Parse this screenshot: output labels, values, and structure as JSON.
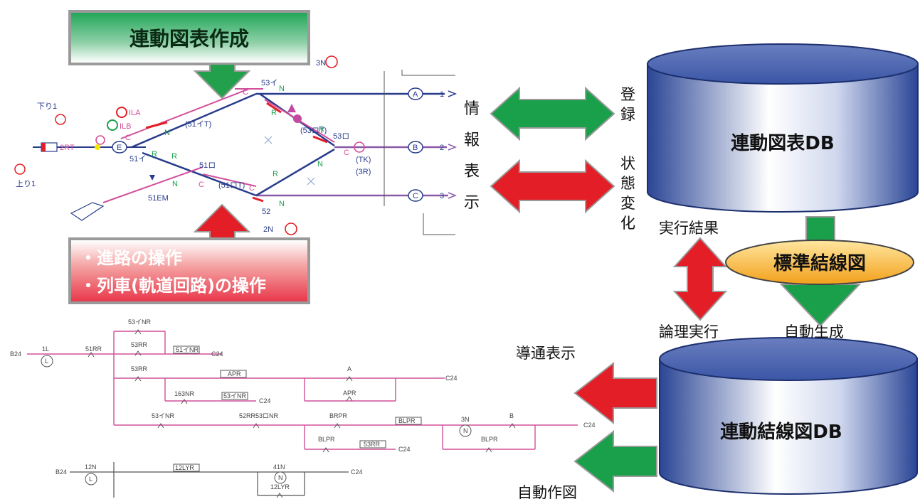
{
  "top_banner": "連動図表作成",
  "ops_banner": [
    "・進路の操作",
    "・列車(軌道回路)の操作"
  ],
  "side_label": [
    "情",
    "報",
    "表",
    "示"
  ],
  "arrow_labels": {
    "register": [
      "登",
      "録"
    ],
    "state_change": [
      "状",
      "態",
      "変",
      "化"
    ],
    "exec_result": "実行結果",
    "logic_exec": "論理実行",
    "auto_gen": "自動生成",
    "conduct_display": "導通表示",
    "auto_draw": "自動作図"
  },
  "db": {
    "interlock_table_db": "連動図表DB",
    "interlock_wiring_db": "連動結線図DB"
  },
  "standard_wiring": "標準結線図",
  "colors": {
    "green": "#1aa04a",
    "red": "#e41e26",
    "navy": "#283c8c",
    "pink": "#d2509a",
    "purple": "#8a5aa8",
    "db_blue": "#2f4fa0",
    "orange": "#f2a01a"
  },
  "track": {
    "down": "下り1",
    "up": "上り1",
    "route_2rt": "2RT",
    "node_e": "E",
    "sig_ila": "ILA",
    "sig_ilb": "ILB",
    "t_51i": "51イ",
    "t_51it": "(51イT)",
    "t_51ro": "51ロ",
    "t_51rot": "(51ロT)",
    "t_51em": "51EM",
    "t_53i": "53イ",
    "t_53ro": "53ロ",
    "t_53rot": "(53ロT)",
    "sig_3n": "3N",
    "sig_2n": "2N",
    "t_52": "52",
    "t_tk": "(TK)",
    "t_3r": "(3R)",
    "n": "N",
    "r": "R",
    "c": "C",
    "nodes": [
      "A",
      "B",
      "C"
    ],
    "lines": [
      "1",
      "2",
      "3"
    ]
  },
  "ladder": {
    "b24": "B24",
    "c24": "C24",
    "l1": "1L",
    "l12n": "12N",
    "lamp": "L",
    "r51rr": "51RR",
    "r53inr": "53イNR",
    "r53rr": "53RR",
    "r51inr": "51イNR",
    "r163nr": "163NR",
    "apr": "APR",
    "a": "A",
    "r53inr2": "53イNR",
    "r52rr": "52RR53ロNR",
    "brpr": "BRPR",
    "blpr": "BLPR",
    "r53rr2": "53RR",
    "r3n": "3N",
    "relay_n": "N",
    "b": "B",
    "r12lyr": "12LYR",
    "r41n": "41N"
  }
}
